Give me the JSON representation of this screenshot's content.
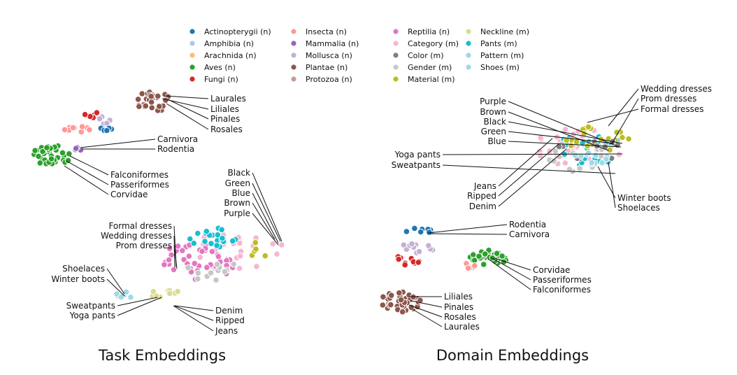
{
  "legend": [
    {
      "label": "Actinopterygii (n)",
      "color": "#1f77b4"
    },
    {
      "label": "Amphibia (n)",
      "color": "#aec7e8"
    },
    {
      "label": "Arachnida (n)",
      "color": "#ffbb78"
    },
    {
      "label": "Aves (n)",
      "color": "#2ca02c"
    },
    {
      "label": "Fungi (n)",
      "color": "#d62728"
    },
    {
      "label": "Insecta (n)",
      "color": "#ff9896"
    },
    {
      "label": "Mammalia (n)",
      "color": "#9467bd"
    },
    {
      "label": "Mollusca (n)",
      "color": "#c5b0d5"
    },
    {
      "label": "Plantae (n)",
      "color": "#8c564b"
    },
    {
      "label": "Protozoa (n)",
      "color": "#c49c94"
    },
    {
      "label": "Reptilia (n)",
      "color": "#e377c2"
    },
    {
      "label": "Category (m)",
      "color": "#f7b6d2"
    },
    {
      "label": "Color (m)",
      "color": "#7f7f7f"
    },
    {
      "label": "Gender (m)",
      "color": "#c7c7c7"
    },
    {
      "label": "Material (m)",
      "color": "#bcbd22"
    },
    {
      "label": "Neckline (m)",
      "color": "#dbdb8d"
    },
    {
      "label": "Pants (m)",
      "color": "#17becf"
    },
    {
      "label": "Pattern (m)",
      "color": "#9edae5"
    },
    {
      "label": "Shoes (m)",
      "color": "#9edae5"
    }
  ],
  "chart_data": [
    {
      "type": "scatter",
      "title": "Task Embeddings",
      "clusters": [
        {
          "group": "Plantae (n)",
          "count": 30
        },
        {
          "group": "Fungi (n)",
          "count": 6
        },
        {
          "group": "Insecta (n)",
          "count": 10
        },
        {
          "group": "Mollusca (n)",
          "count": 5
        },
        {
          "group": "Actinopterygii (n)",
          "count": 5
        },
        {
          "group": "Aves (n)",
          "count": 40
        },
        {
          "group": "Mammalia (n)",
          "count": 7
        },
        {
          "group": "Category (m)",
          "count": 30
        },
        {
          "group": "Reptilia (n)",
          "count": 40
        },
        {
          "group": "Pants (m)",
          "count": 20
        },
        {
          "group": "Gender (m)",
          "count": 12
        },
        {
          "group": "Shoes (m)",
          "count": 8
        },
        {
          "group": "Neckline (m)",
          "count": 9
        },
        {
          "group": "Material (m)",
          "count": 6
        }
      ],
      "annotations": [
        "Laurales",
        "Liliales",
        "Pinales",
        "Rosales",
        "Carnivora",
        "Rodentia",
        "Falconiformes",
        "Passeriformes",
        "Corvidae",
        "Black",
        "Green",
        "Blue",
        "Brown",
        "Purple",
        "Formal dresses",
        "Wedding dresses",
        "Prom dresses",
        "Shoelaces",
        "Winter boots",
        "Sweatpants",
        "Yoga pants",
        "Denim",
        "Ripped",
        "Jeans"
      ]
    },
    {
      "type": "scatter",
      "title": "Domain Embeddings",
      "clusters": [
        {
          "group": "Category (m)",
          "count": 35
        },
        {
          "group": "Pants (m)",
          "count": 25
        },
        {
          "group": "Material (m)",
          "count": 20
        },
        {
          "group": "Gender (m)",
          "count": 15
        },
        {
          "group": "Color (m)",
          "count": 10
        },
        {
          "group": "Shoes (m)",
          "count": 10
        },
        {
          "group": "Actinopterygii (n)",
          "count": 8
        },
        {
          "group": "Mollusca (n)",
          "count": 12
        },
        {
          "group": "Fungi (n)",
          "count": 10
        },
        {
          "group": "Aves (n)",
          "count": 35
        },
        {
          "group": "Insecta (n)",
          "count": 6
        },
        {
          "group": "Plantae (n)",
          "count": 40
        }
      ],
      "annotations": [
        "Wedding dresses",
        "Prom dresses",
        "Formal dresses",
        "Purple",
        "Brown",
        "Black",
        "Green",
        "Blue",
        "Yoga pants",
        "Sweatpants",
        "Jeans",
        "Ripped",
        "Denim",
        "Winter boots",
        "Shoelaces",
        "Rodentia",
        "Carnivora",
        "Corvidae",
        "Passeriformes",
        "Falconiformes",
        "Liliales",
        "Pinales",
        "Rosales",
        "Laurales"
      ]
    }
  ]
}
